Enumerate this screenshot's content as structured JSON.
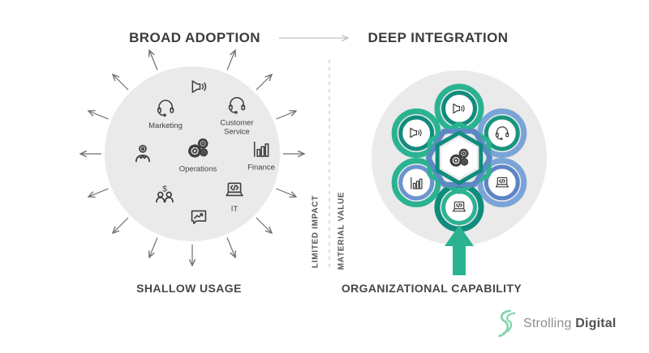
{
  "header": {
    "left_title": "BROAD ADOPTION",
    "right_title": "DEEP INTEGRATION"
  },
  "left_diagram": {
    "caption": "SHALLOW USAGE",
    "items": [
      {
        "icon": "speaker",
        "label": ""
      },
      {
        "icon": "headset",
        "label": "Marketing"
      },
      {
        "icon": "headset",
        "label": "Customer Service"
      },
      {
        "icon": "person",
        "label": ""
      },
      {
        "icon": "gears",
        "label": "Operations"
      },
      {
        "icon": "bar-chart",
        "label": "Finance"
      },
      {
        "icon": "people-dollar",
        "label": ""
      },
      {
        "icon": "laptop-code",
        "label": "IT"
      },
      {
        "icon": "chat-chart",
        "label": ""
      }
    ]
  },
  "divider": {
    "left_label": "LIMITED IMPACT",
    "right_label": "MATERIAL VALUE"
  },
  "right_diagram": {
    "caption": "ORGANIZATIONAL CAPABILITY",
    "center_icon": "gears",
    "petals": [
      {
        "icon": "speaker",
        "outer": "#2bb391",
        "inner": "#0f8c7d"
      },
      {
        "icon": "speaker",
        "outer": "#2bb391",
        "inner": "#0f8c7d"
      },
      {
        "icon": "headset",
        "outer": "#7aa3d8",
        "inner": "#17957f"
      },
      {
        "icon": "bar-chart",
        "outer": "#2bb391",
        "inner": "#6b94cf"
      },
      {
        "icon": "laptop-code",
        "outer": "#7aa3d8",
        "inner": "#5b84c6"
      },
      {
        "icon": "laptop-code",
        "outer": "#0f8c7d",
        "inner": "#2bb391"
      }
    ]
  },
  "logo": {
    "text_primary": "Strolling",
    "text_secondary": "Digital"
  },
  "colors": {
    "circle_gray": "#eaeaea",
    "icon_stroke": "#3f3f3f",
    "arrow_gray": "#6e6e6e",
    "header_arrow_gray": "#c2c2c2",
    "dash_gray": "#d4d4d4",
    "teal_green": "#2bb391",
    "dark_teal": "#0f8c7d",
    "light_blue": "#7aa3d8",
    "mid_blue": "#5e87c6",
    "logo_mint": "#82d4b0"
  }
}
